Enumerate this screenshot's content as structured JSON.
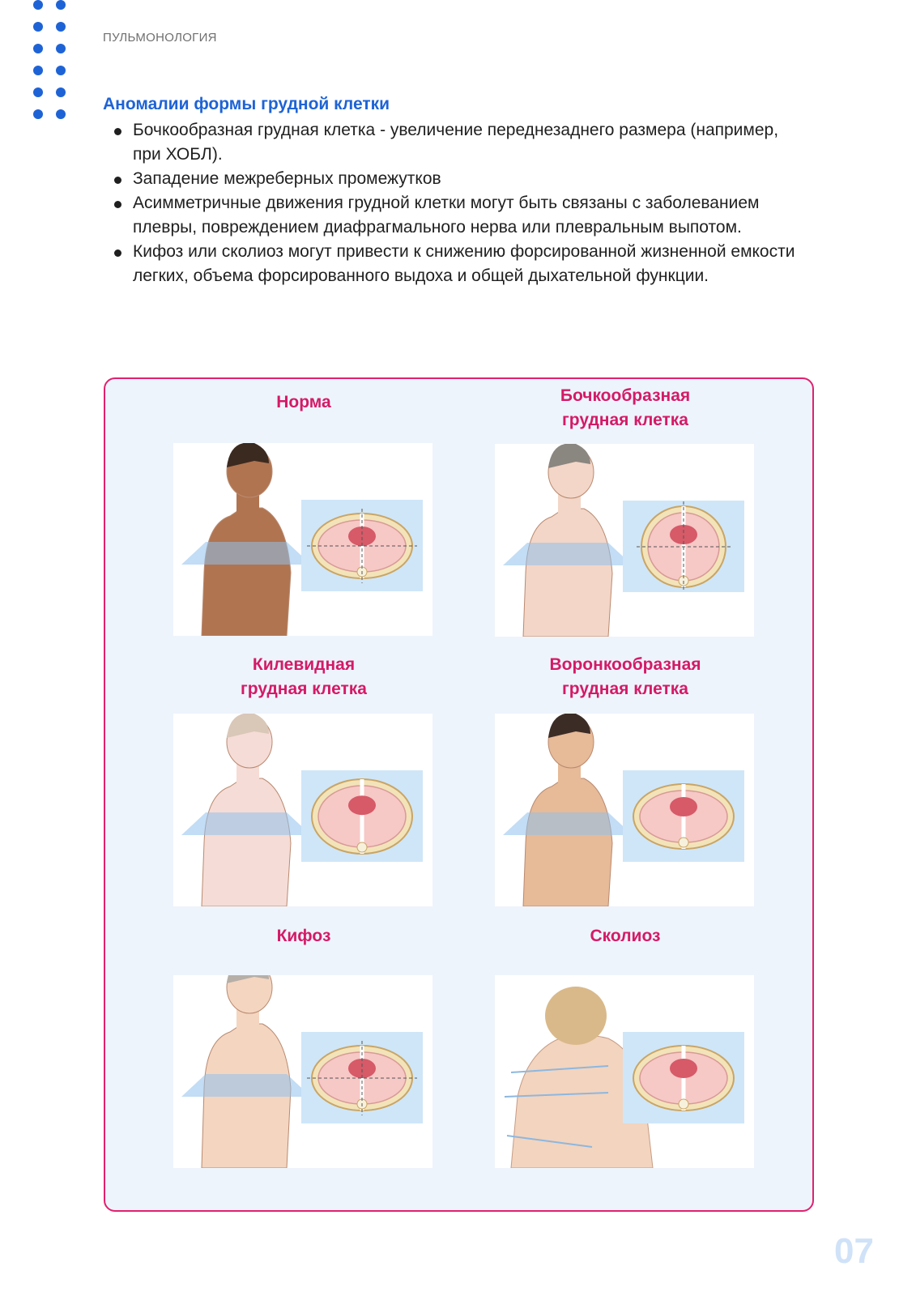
{
  "header": {
    "label": "ПУЛЬМОНОЛОГИЯ"
  },
  "section": {
    "title": "Аномалии формы грудной клетки",
    "bullets": [
      "Бочкообразная грудная клетка - увеличение переднезаднего размера (например, при ХОБЛ).",
      "Западение межреберных промежутков",
      "Асимметричные движения грудной клетки могут быть связаны с заболеванием плевры, повреждением диафрагмального нерва или плевральным выпотом.",
      "Кифоз или сколиоз могут привести к снижению форсированной жизненной емкости легких, объема форсированного выдоха и общей дыхательной функции."
    ]
  },
  "figure": {
    "cells": [
      {
        "title": "Норма"
      },
      {
        "title": "Бочкообразная грудная клетка"
      },
      {
        "title": "Килевидная грудная клетка"
      },
      {
        "title": "Воронкообразная грудная клетка"
      },
      {
        "title": "Кифоз"
      },
      {
        "title": "Сколиоз"
      }
    ]
  },
  "footer": {
    "page_number": "07"
  },
  "colors": {
    "accent_blue": "#1e63d6",
    "accent_pink": "#d41a66",
    "panel_bg": "#eef4fc",
    "panel_border": "#e0216e"
  }
}
